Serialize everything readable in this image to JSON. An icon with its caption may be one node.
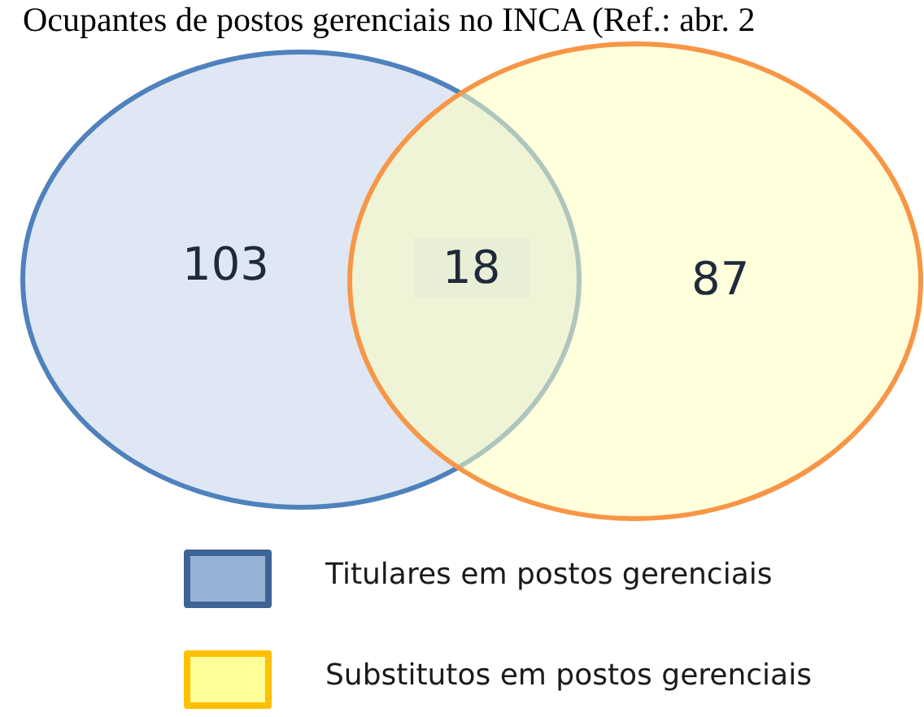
{
  "diagram": {
    "title": "Ocupantes de postos gerenciais no INCA (Ref.: abr. 2",
    "nodes": [
      {
        "text": [
          "103"
        ]
      },
      {
        "text": [
          "87"
        ]
      }
    ],
    "labels": [
      "18"
    ],
    "legend": [
      {
        "text": "Titulares em postos gerenciais",
        "color": "#95b3d7"
      },
      {
        "text": "Substitutos em postos gerenciais",
        "color": "#ffff99"
      }
    ]
  }
}
